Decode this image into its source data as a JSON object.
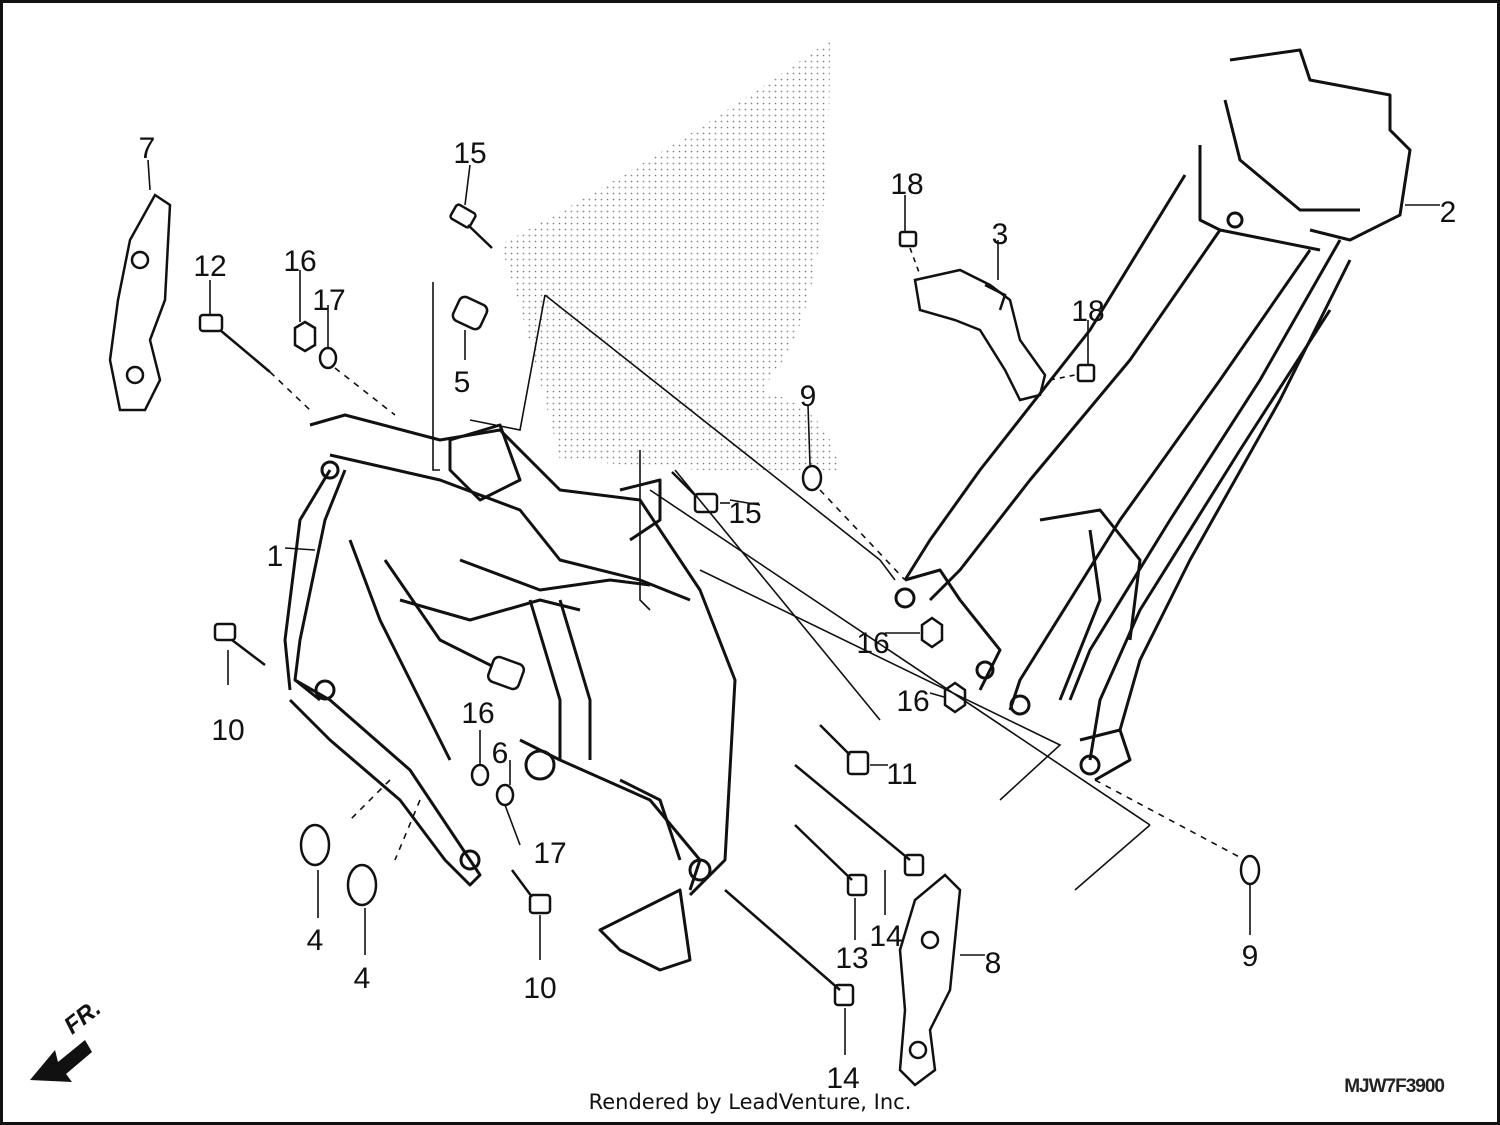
{
  "diagram": {
    "callouts": [
      {
        "id": "c1",
        "label": "1"
      },
      {
        "id": "c2",
        "label": "2"
      },
      {
        "id": "c3",
        "label": "3"
      },
      {
        "id": "c4a",
        "label": "4"
      },
      {
        "id": "c4b",
        "label": "4"
      },
      {
        "id": "c5",
        "label": "5"
      },
      {
        "id": "c6",
        "label": "6"
      },
      {
        "id": "c7",
        "label": "7"
      },
      {
        "id": "c8",
        "label": "8"
      },
      {
        "id": "c9a",
        "label": "9"
      },
      {
        "id": "c9b",
        "label": "9"
      },
      {
        "id": "c10a",
        "label": "10"
      },
      {
        "id": "c10b",
        "label": "10"
      },
      {
        "id": "c11",
        "label": "11"
      },
      {
        "id": "c12",
        "label": "12"
      },
      {
        "id": "c13",
        "label": "13"
      },
      {
        "id": "c14a",
        "label": "14"
      },
      {
        "id": "c14b",
        "label": "14"
      },
      {
        "id": "c15a",
        "label": "15"
      },
      {
        "id": "c15b",
        "label": "15"
      },
      {
        "id": "c16a",
        "label": "16"
      },
      {
        "id": "c16b",
        "label": "16"
      },
      {
        "id": "c16c",
        "label": "16"
      },
      {
        "id": "c16d",
        "label": "16"
      },
      {
        "id": "c17a",
        "label": "17"
      },
      {
        "id": "c17b",
        "label": "17"
      },
      {
        "id": "c18a",
        "label": "18"
      },
      {
        "id": "c18b",
        "label": "18"
      }
    ],
    "direction_label": "FR.",
    "diagram_code": "MJW7F3900",
    "footer_text": "Rendered by LeadVenture, Inc."
  },
  "colors": {
    "line": "#111111",
    "dot_pattern": "#888888",
    "background": "#ffffff"
  }
}
